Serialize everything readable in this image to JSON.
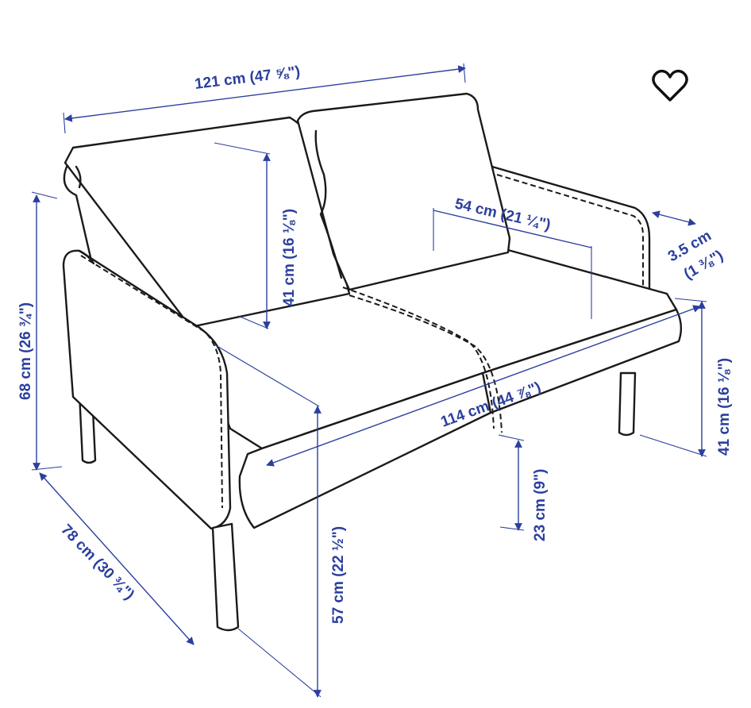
{
  "colors": {
    "dimension": "#2b3f9e",
    "outline": "#1a1a1a",
    "background": "#ffffff"
  },
  "favorite": {
    "icon": "heart-outline-icon"
  },
  "dimensions": {
    "overall_width": "121 cm (47 ⅝\")",
    "backrest_height": "41 cm (16 ⅛\")",
    "seat_depth": "54 cm (21 ¼\")",
    "armrest_width_cm": "3.5 cm",
    "armrest_width_in": "(1 ⅜\")",
    "total_height": "68 cm (26 ¾\")",
    "seat_width": "114 cm (44 ⅞\")",
    "armrest_height": "41 cm (16 ⅛\")",
    "free_height_under": "23 cm (9\")",
    "depth": "78 cm (30 ¾\")",
    "seat_height": "57 cm (22 ½\")"
  }
}
